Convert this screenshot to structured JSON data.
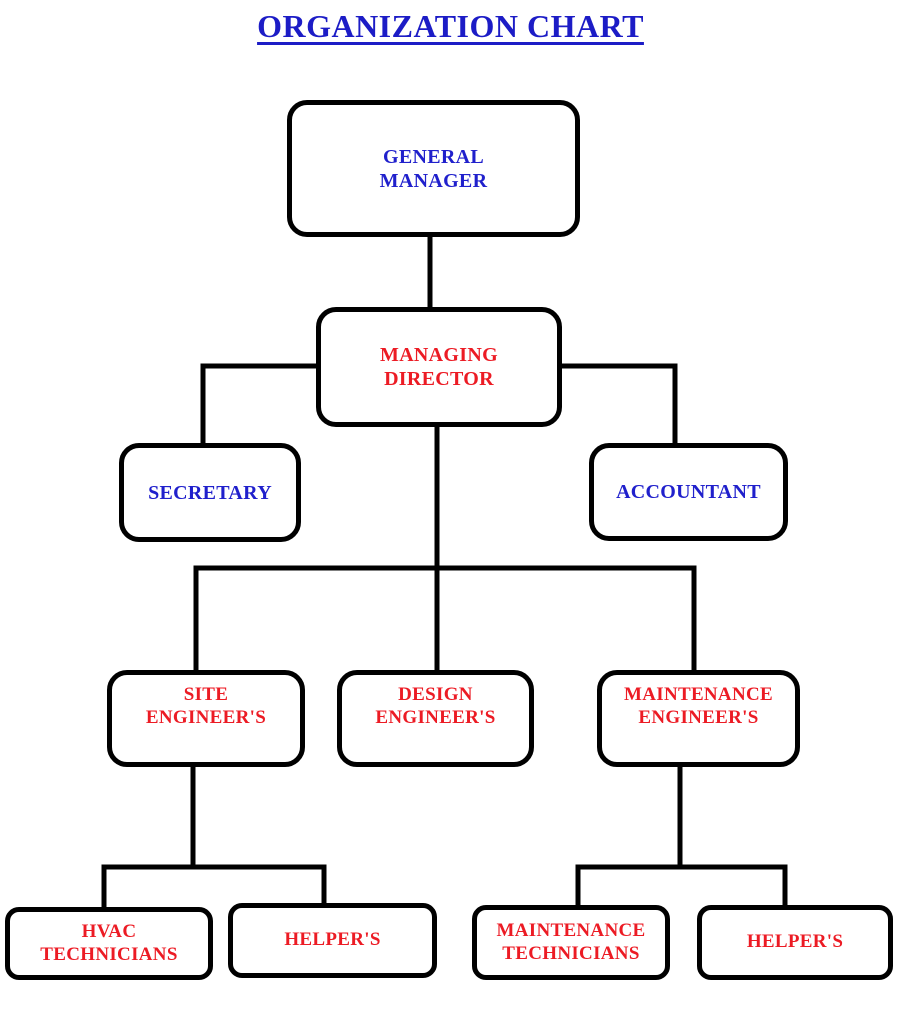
{
  "title": {
    "text": "ORGANIZATION CHART",
    "color": "#1c1cc6"
  },
  "colors": {
    "blue_text": "#2020cc",
    "red_text": "#ec1b24",
    "line": "#000000",
    "background": "#ffffff",
    "box_border": "#000000"
  },
  "nodes": {
    "general_manager": {
      "lines": [
        "GENERAL",
        "MANAGER"
      ],
      "color": "#2020cc"
    },
    "managing_director": {
      "lines": [
        "MANAGING",
        "DIRECTOR"
      ],
      "color": "#ec1b24"
    },
    "secretary": {
      "lines": [
        "SECRETARY"
      ],
      "color": "#2020cc"
    },
    "accountant": {
      "lines": [
        "ACCOUNTANT"
      ],
      "color": "#2020cc"
    },
    "site_engineers": {
      "lines": [
        "SITE",
        "ENGINEER'S"
      ],
      "color": "#ec1b24"
    },
    "design_engineers": {
      "lines": [
        "DESIGN",
        "ENGINEER'S"
      ],
      "color": "#ec1b24"
    },
    "maintenance_engineers": {
      "lines": [
        "MAINTENANCE",
        "ENGINEER'S"
      ],
      "color": "#ec1b24"
    },
    "hvac_technicians": {
      "lines": [
        "HVAC",
        "TECHNICIANS"
      ],
      "color": "#ec1b24"
    },
    "helpers_left": {
      "lines": [
        "HELPER'S"
      ],
      "color": "#ec1b24"
    },
    "maintenance_technicians": {
      "lines": [
        "MAINTENANCE",
        "TECHNICIANS"
      ],
      "color": "#ec1b24"
    },
    "helpers_right": {
      "lines": [
        "HELPER'S"
      ],
      "color": "#ec1b24"
    }
  },
  "edges": [
    {
      "from": "general_manager",
      "to": "managing_director"
    },
    {
      "from": "managing_director",
      "to": "secretary"
    },
    {
      "from": "managing_director",
      "to": "accountant"
    },
    {
      "from": "managing_director",
      "to": "site_engineers"
    },
    {
      "from": "managing_director",
      "to": "design_engineers"
    },
    {
      "from": "managing_director",
      "to": "maintenance_engineers"
    },
    {
      "from": "site_engineers",
      "to": "hvac_technicians"
    },
    {
      "from": "site_engineers",
      "to": "helpers_left"
    },
    {
      "from": "maintenance_engineers",
      "to": "maintenance_technicians"
    },
    {
      "from": "maintenance_engineers",
      "to": "helpers_right"
    }
  ]
}
